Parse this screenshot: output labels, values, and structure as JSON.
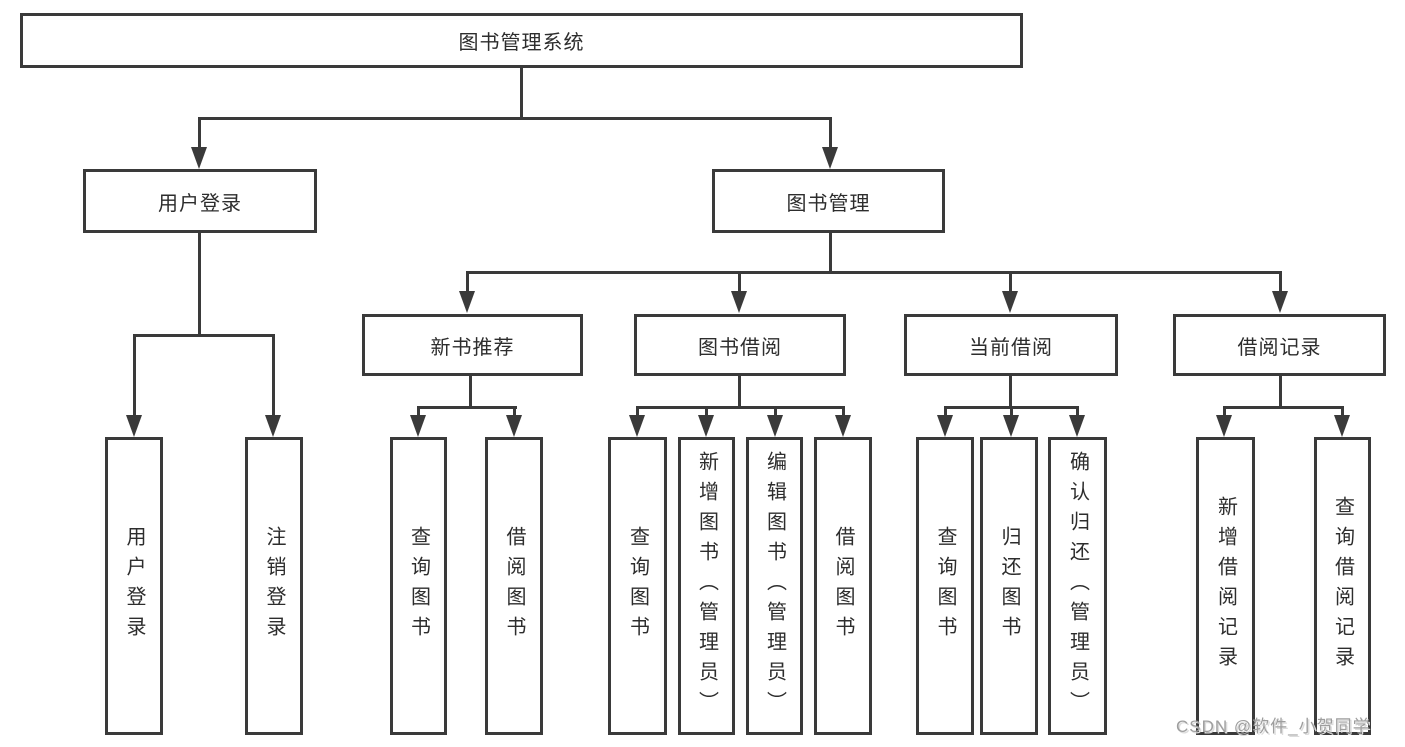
{
  "diagram": {
    "tree": {
      "label": "图书管理系统",
      "children": [
        {
          "label": "用户登录",
          "children": [
            {
              "label": "用户登录"
            },
            {
              "label": "注销登录"
            }
          ]
        },
        {
          "label": "图书管理",
          "children": [
            {
              "label": "新书推荐",
              "children": [
                {
                  "label": "查询图书"
                },
                {
                  "label": "借阅图书"
                }
              ]
            },
            {
              "label": "图书借阅",
              "children": [
                {
                  "label": "查询图书"
                },
                {
                  "label": "新增图书（管理员）"
                },
                {
                  "label": "编辑图书（管理员）"
                },
                {
                  "label": "借阅图书"
                }
              ]
            },
            {
              "label": "当前借阅",
              "children": [
                {
                  "label": "查询图书"
                },
                {
                  "label": "归还图书"
                },
                {
                  "label": "确认归还（管理员）"
                }
              ]
            },
            {
              "label": "借阅记录",
              "children": [
                {
                  "label": "新增借阅记录"
                },
                {
                  "label": "查询借阅记录"
                }
              ]
            }
          ]
        }
      ]
    },
    "colors": {
      "line": "#3a3a3a",
      "text": "#2d2d2d",
      "watermark_gray": "#9e9e9e",
      "background": "#ffffff"
    }
  },
  "watermark": "CSDN @软件_小贺同学"
}
